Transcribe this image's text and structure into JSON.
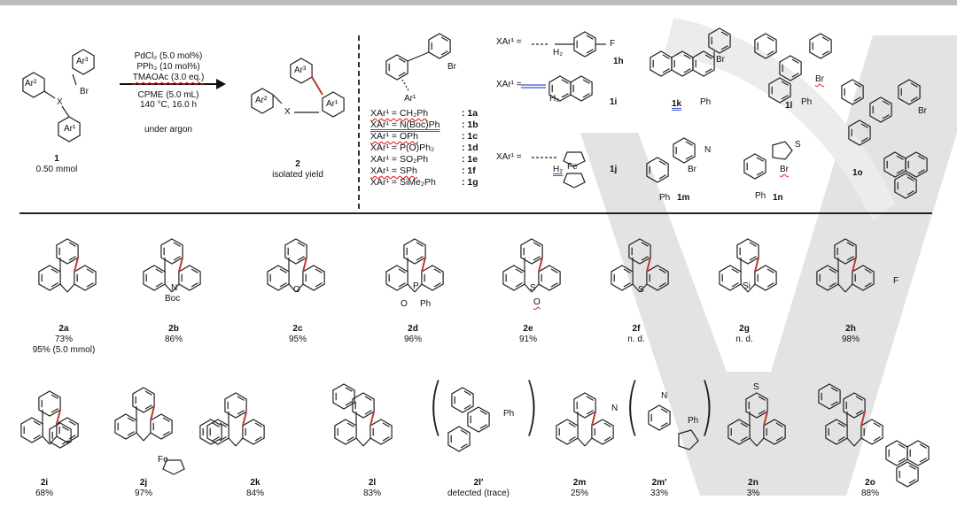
{
  "conditions": {
    "line1": "PdCl₂ (5.0 mol%)",
    "line2": "PPh₃ (10 mol%)",
    "line3": "TMAOAc (3.0 eq.)",
    "line4": "CPME (5.0 mL)",
    "line5": "140 °C, 16.0 h",
    "line6": "under argon"
  },
  "reactant": {
    "id": "1",
    "amount": "0.50 mmol",
    "ar1": "Ar¹",
    "ar2": "Ar²",
    "ar3": "Ar³",
    "x": "X",
    "br": "Br"
  },
  "product": {
    "id": "2",
    "note": "isolated yield",
    "ar1": "Ar¹",
    "ar2": "Ar²",
    "ar3": "Ar³",
    "x": "X"
  },
  "generic": {
    "br": "Br",
    "ar1": "Ar¹",
    "x_label": "X"
  },
  "xar_rows": [
    {
      "label": "XAr¹ = CH₂Ph",
      "id": ": 1a"
    },
    {
      "label": "XAr¹ = N(Boc)Ph",
      "id": ": 1b"
    },
    {
      "label": "XAr¹ = OPh",
      "id": ": 1c"
    },
    {
      "label": "XAr¹ = P(O)Ph₂",
      "id": ": 1d"
    },
    {
      "label": "XAr¹ = SO₂Ph",
      "id": ": 1e"
    },
    {
      "label": "XAr¹ = SPh",
      "id": ": 1f"
    },
    {
      "label": "XAr¹ = SiMe₂Ph",
      "id": ": 1g"
    }
  ],
  "xar_extra": {
    "h_label": "XAr¹ =",
    "h_f": "F",
    "h_h2": "H₂",
    "h_id": "1h",
    "i_label": "XAr¹ =",
    "i_h2": "H₂",
    "i_id": "1i",
    "j_label": "XAr¹ =",
    "j_h2": "H₂",
    "j_fe": "Fe",
    "j_id": "1j"
  },
  "substrates_right": {
    "k": {
      "id": "1k",
      "br": "Br",
      "ph": "Ph"
    },
    "l": {
      "id": "1l",
      "br": "Br",
      "ph": "Ph"
    },
    "o": {
      "id": "1o",
      "br": "Br"
    },
    "m": {
      "id": "1m",
      "br": "Br",
      "n": "N",
      "ph": "Ph"
    },
    "n": {
      "id": "1n",
      "br": "Br",
      "s": "S",
      "ph": "Ph"
    }
  },
  "products_row1": [
    {
      "id": "2a",
      "yield": "73%",
      "extra": "95% (5.0 mmol)"
    },
    {
      "id": "2b",
      "yield": "86%",
      "hetero": "N",
      "sub": "Boc"
    },
    {
      "id": "2c",
      "yield": "95%",
      "hetero": "O"
    },
    {
      "id": "2d",
      "yield": "96%",
      "hetero": "P",
      "sub": "Ph",
      "o": "O"
    },
    {
      "id": "2e",
      "yield": "91%",
      "hetero": "S",
      "o": "O"
    },
    {
      "id": "2f",
      "yield": "n. d.",
      "hetero": "S"
    },
    {
      "id": "2g",
      "yield": "n. d.",
      "hetero": "Si"
    },
    {
      "id": "2h",
      "yield": "98%",
      "sub": "F"
    }
  ],
  "products_row2": [
    {
      "id": "2i",
      "yield": "68%"
    },
    {
      "id": "2j",
      "yield": "97%",
      "fe": "Fe"
    },
    {
      "id": "2k",
      "yield": "84%"
    },
    {
      "id": "2l",
      "yield": "83%"
    },
    {
      "id": "2l′",
      "yield": "detected (trace)",
      "ph": "Ph"
    },
    {
      "id": "2m",
      "yield": "25%",
      "n": "N"
    },
    {
      "id": "2m′",
      "yield": "33%",
      "n": "N",
      "ph": "Ph"
    },
    {
      "id": "2n",
      "yield": "3%",
      "s": "S"
    },
    {
      "id": "2o",
      "yield": "88%"
    }
  ],
  "colors": {
    "new_bond": "#c0392b",
    "watermark": "#d9d9d9",
    "squiggle": "#dd2222",
    "double_underline": "#3a57c9"
  }
}
